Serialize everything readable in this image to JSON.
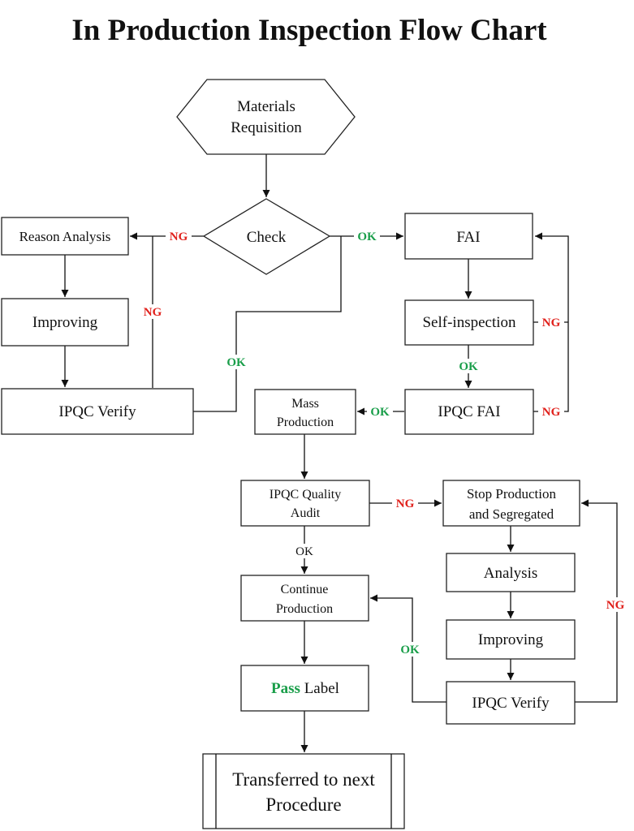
{
  "title": "In Production Inspection Flow Chart",
  "colors": {
    "ok": "#1a9e4a",
    "ng": "#e0201b",
    "stroke": "#222222"
  },
  "nodes": {
    "materials_requisition": [
      "Materials",
      "Requisition"
    ],
    "check": "Check",
    "reason_analysis": "Reason Analysis",
    "improving_left": "Improving",
    "ipqc_verify_left": "IPQC Verify",
    "fai": "FAI",
    "self_inspection": "Self-inspection",
    "ipqc_fai": "IPQC FAI",
    "mass_production": [
      "Mass",
      "Production"
    ],
    "ipqc_quality_audit": [
      "IPQC Quality",
      "Audit"
    ],
    "stop_production": [
      "Stop Production",
      "and Segregated"
    ],
    "analysis": "Analysis",
    "improving_right": "Improving",
    "ipqc_verify_right": "IPQC Verify",
    "continue_production": [
      "Continue",
      "Production"
    ],
    "pass_label": {
      "pass": "Pass",
      "label": "Label"
    },
    "transferred": [
      "Transferred to next",
      "Procedure"
    ]
  },
  "edge_labels": {
    "check_ng": "NG",
    "left_loop_ng": "NG",
    "left_verify_ok": "OK",
    "check_ok": "OK",
    "self_inspection_ng": "NG",
    "self_inspection_ok": "OK",
    "ipqc_fai_ng": "NG",
    "ipqc_fai_ok": "OK",
    "audit_ng": "NG",
    "audit_ok": "OK",
    "right_verify_ng": "NG",
    "right_verify_ok": "OK"
  }
}
